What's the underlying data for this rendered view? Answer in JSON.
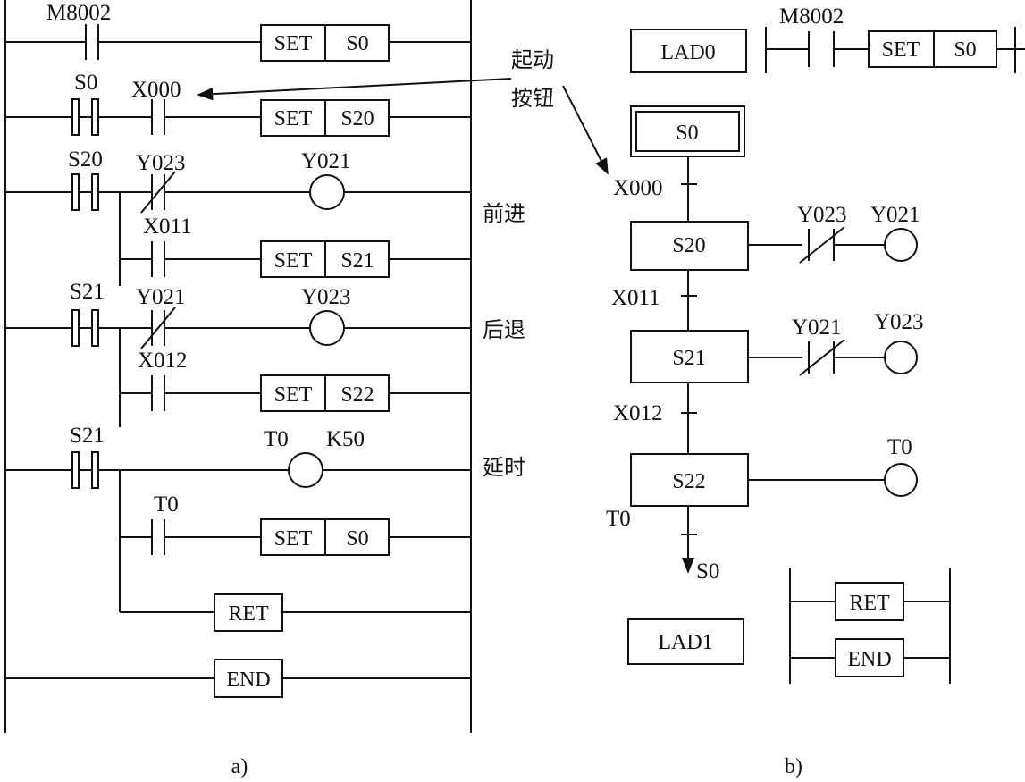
{
  "panel_a": {
    "caption": "a)",
    "rungs": {
      "r1": {
        "contact": "M8002",
        "set": "SET",
        "target": "S0"
      },
      "r2": {
        "step": "S0",
        "contact": "X000",
        "set": "SET",
        "target": "S20"
      },
      "r3": {
        "step": "S20",
        "contact": "Y023",
        "coil": "Y021",
        "note": "前进",
        "branch_contact": "X011",
        "set": "SET",
        "target": "S21"
      },
      "r4": {
        "step": "S21",
        "contact": "Y021",
        "coil": "Y023",
        "note": "后退",
        "branch_contact": "X012",
        "set": "SET",
        "target": "S22"
      },
      "r5": {
        "step": "S21",
        "coil": "T0",
        "coil_k": "K50",
        "note": "延时",
        "branch_contact": "T0",
        "set": "SET",
        "target": "S0"
      },
      "ret": "RET",
      "end": "END"
    },
    "callout_line1": "起动",
    "callout_line2": "按钮"
  },
  "panel_b": {
    "caption": "b)",
    "lad0": "LAD0",
    "lad0_contact": "M8002",
    "lad0_set": "SET",
    "lad0_target": "S0",
    "initial_step": "S0",
    "steps": [
      {
        "name": "S20",
        "trans_before": "X000",
        "contact": "Y023",
        "coil": "Y021"
      },
      {
        "name": "S21",
        "trans_before": "X011",
        "contact": "Y021",
        "coil": "Y023"
      },
      {
        "name": "S22",
        "trans_before": "X012",
        "coil": "T0"
      }
    ],
    "final_transition": "T0",
    "jump_target": "S0",
    "lad1": "LAD1",
    "ret": "RET",
    "end": "END"
  }
}
